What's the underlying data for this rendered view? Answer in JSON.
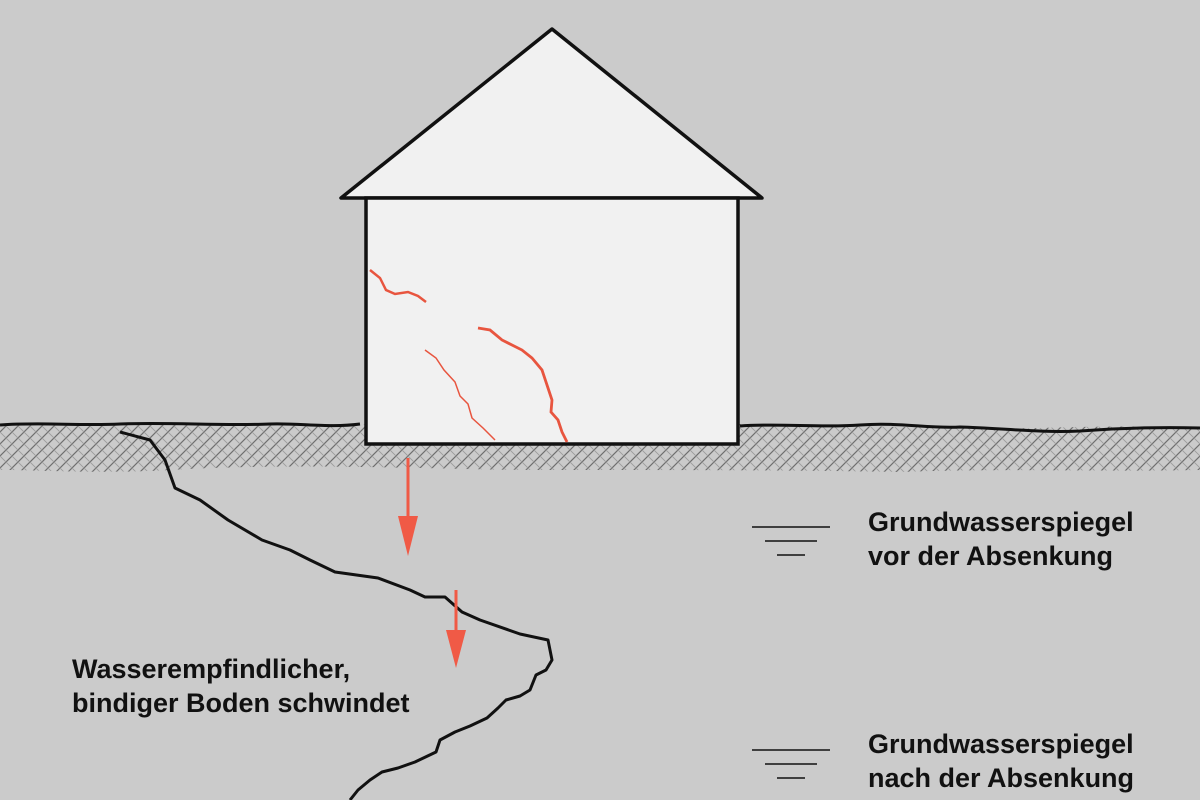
{
  "labels": {
    "groundwater_before": {
      "line1": "Grundwasserspiegel",
      "line2": "vor der Absenkung"
    },
    "groundwater_after": {
      "line1": "Grundwasserspiegel",
      "line2": "nach der Absenkung"
    },
    "soil": {
      "line1": "Wasserempfindlicher,",
      "line2": "bindiger Boden schwindet"
    }
  },
  "colors": {
    "background": "#cbcbcb",
    "house_fill": "#f1f1f1",
    "outline": "#111111",
    "crack": "#e8553f",
    "arrow": "#f05a46",
    "hatch": "#6f6f6f"
  },
  "icons": {
    "groundwater_symbol": "water-level-icon",
    "settlement_arrow": "arrow-down-icon"
  }
}
